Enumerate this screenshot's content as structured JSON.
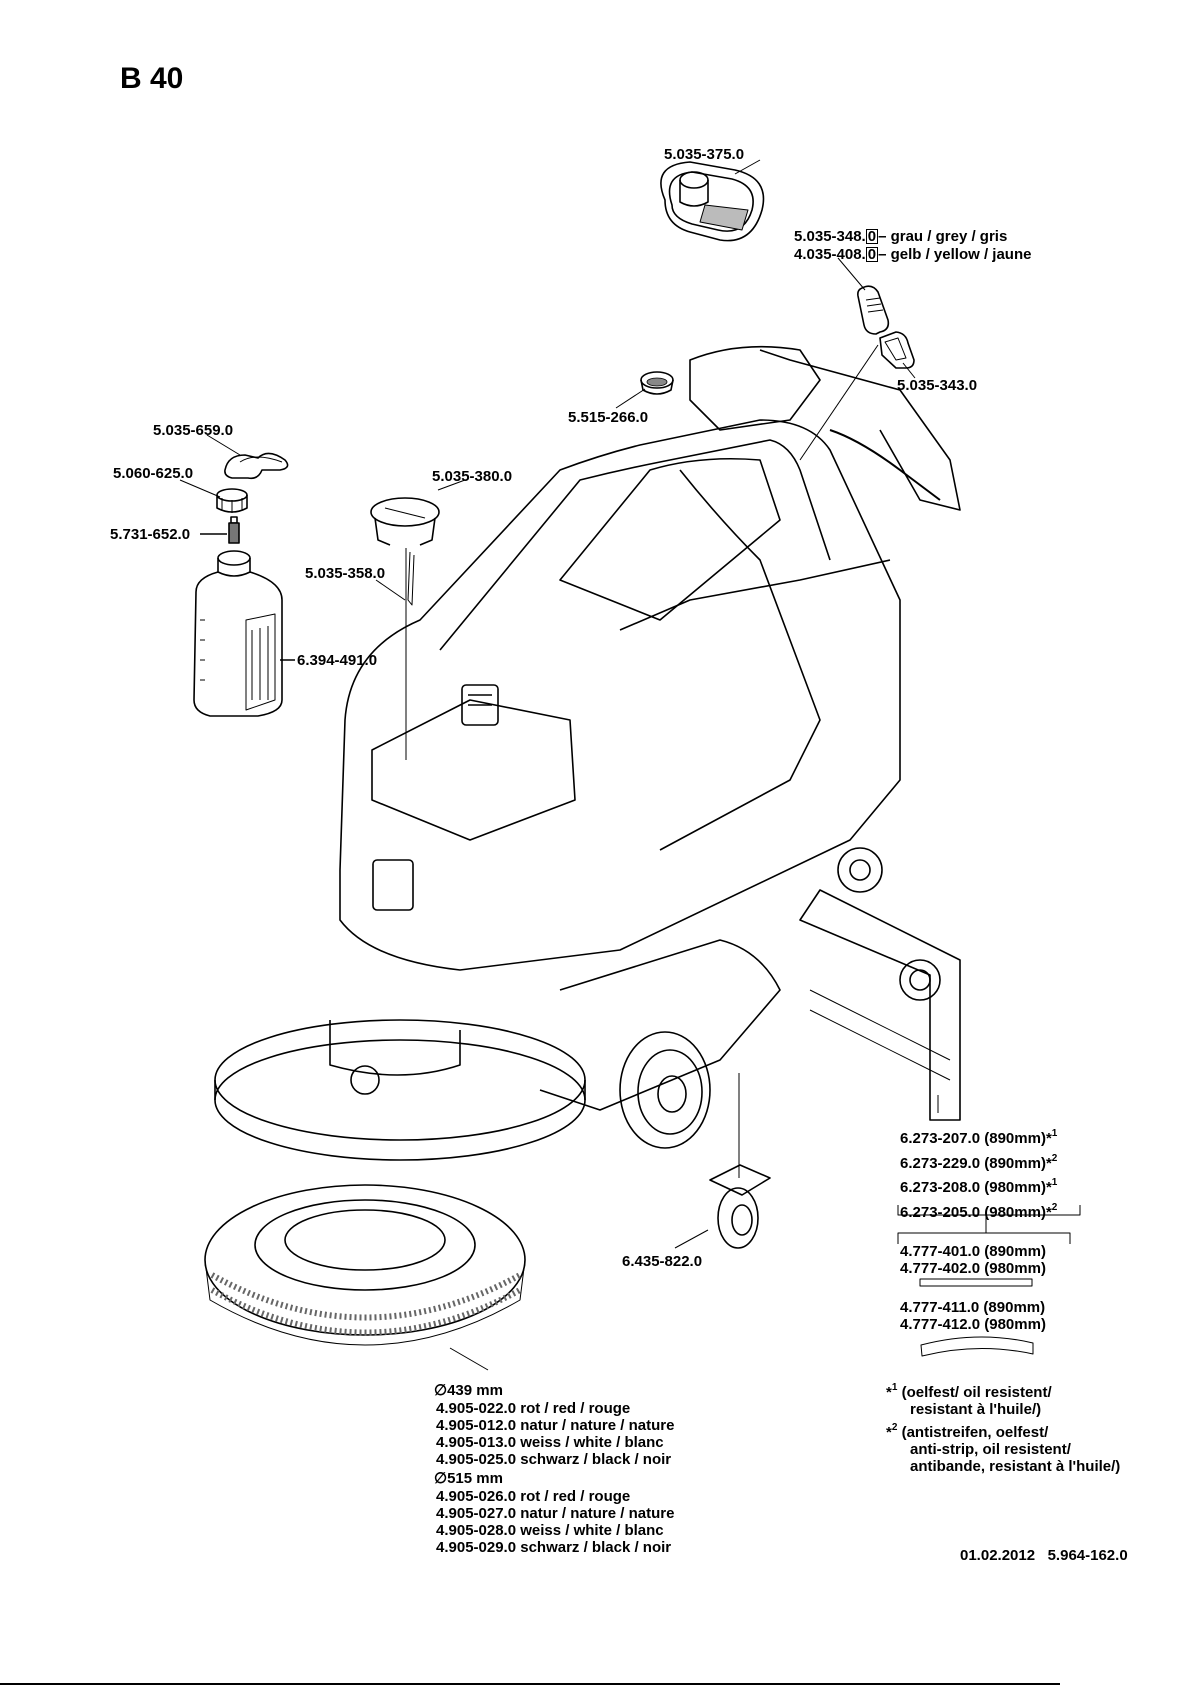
{
  "title": "B 40",
  "parts": {
    "tray": "5.035-375.0",
    "key_grey": {
      "pn_main": "5.035-348.",
      "pn_box": "0",
      "desc": "grau / grey / gris"
    },
    "key_yellow": {
      "pn_main": "4.035-408.",
      "pn_box": "0",
      "desc": "gelb / yellow / jaune"
    },
    "key_holder": "5.035-343.0",
    "filter_sieve": "5.515-266.0",
    "dosing_lever": "5.035-659.0",
    "bottle_cap": "5.060-625.0",
    "valve": "5.731-652.0",
    "bottle": "6.394-491.0",
    "tank_cap": "5.035-380.0",
    "hose": "5.035-358.0",
    "castor": "6.435-822.0"
  },
  "squeegee_lips": [
    {
      "pn": "6.273-207.0",
      "size": "(890mm)",
      "note": "*",
      "sup": "1"
    },
    {
      "pn": "6.273-229.0",
      "size": "(890mm)",
      "note": "*",
      "sup": "2"
    },
    {
      "pn": "6.273-208.0",
      "size": "(980mm)",
      "note": "*",
      "sup": "1"
    },
    {
      "pn": "6.273-205.0",
      "size": "(980mm)",
      "note": "*",
      "sup": "2"
    }
  ],
  "squeegee_straight": [
    {
      "pn": "4.777-401.0",
      "size": "(890mm)"
    },
    {
      "pn": "4.777-402.0",
      "size": "(980mm)"
    }
  ],
  "squeegee_curved": [
    {
      "pn": "4.777-411.0",
      "size": "(890mm)"
    },
    {
      "pn": "4.777-412.0",
      "size": "(980mm)"
    }
  ],
  "brushes": [
    {
      "diameter": "∅439 mm",
      "items": [
        "4.905-022.0 rot / red / rouge",
        "4.905-012.0 natur / nature / nature",
        "4.905-013.0 weiss / white / blanc",
        "4.905-025.0 schwarz / black / noir"
      ]
    },
    {
      "diameter": "∅515 mm",
      "items": [
        "4.905-026.0 rot / red / rouge",
        "4.905-027.0 natur / nature / nature",
        "4.905-028.0 weiss / white / blanc",
        "4.905-029.0 schwarz / black / noir"
      ]
    }
  ],
  "footnotes": [
    {
      "mark": "*",
      "sup": "1",
      "lines": [
        "(oelfest/ oil resistent/",
        "resistant à l'huile/)"
      ]
    },
    {
      "mark": "*",
      "sup": "2",
      "lines": [
        "(antistreifen, oelfest/",
        "anti-strip, oil resistent/",
        "antibande, resistant à l'huile/)"
      ]
    }
  ],
  "footer": {
    "date": "01.02.2012",
    "doc_number": "5.964-162.0"
  }
}
